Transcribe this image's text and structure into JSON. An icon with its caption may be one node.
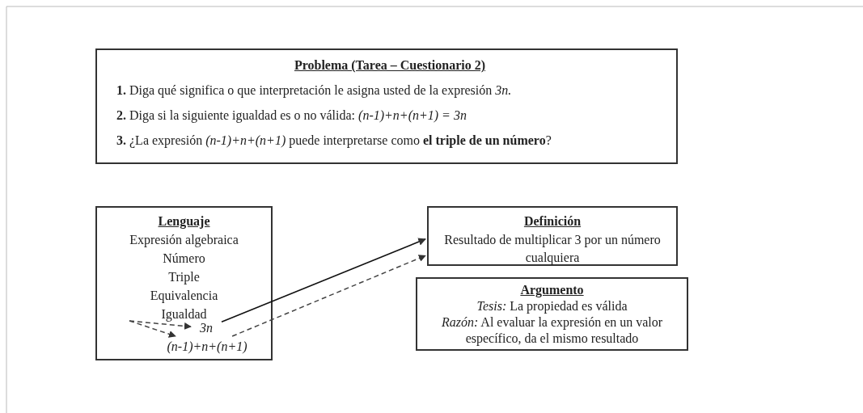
{
  "diagram": {
    "nodes": [
      {
        "text": [
          "Problema (Tarea – Cuestionario 2)",
          "**1.** Diga qué significa o que interpretación le asigna usted de la expresión  *3n.*",
          "**2.** Diga si la siguiente igualdad  es o no válida: *(n-1)+n+(n+1) = 3n*",
          "**3.** ¿La expresión  *(n-1)+n+(n+1)* puede interpretarse como **el triple de un número**?"
        ]
      },
      {
        "text": [
          "Lenguaje",
          "Expresión algebraica",
          "Número",
          "Triple",
          "Equivalencia",
          "Igualdad"
        ]
      },
      {
        "text": [
          "3n"
        ],
        "in": 1
      },
      {
        "text": [
          "(n-1)+n+(n+1)"
        ],
        "in": 1
      },
      {
        "text": [
          "Definición",
          "Resultado de multiplicar 3 por un número cualquiera"
        ]
      },
      {
        "text": [
          "Argumento",
          "*Tesis:* La propiedad es válida",
          "*Razón:* Al evaluar la expresión en un valor específico, da el mismo resultado"
        ]
      }
    ],
    "edges": [
      {
        "from": null,
        "to": 2,
        "arrow": "to",
        "style": "dashed"
      },
      {
        "from": null,
        "to": 3,
        "arrow": "to",
        "style": "dashed"
      },
      {
        "from": 2,
        "to": 4,
        "arrow": "to"
      },
      {
        "from": 3,
        "to": 4,
        "arrow": "to",
        "style": "dashed"
      }
    ]
  }
}
